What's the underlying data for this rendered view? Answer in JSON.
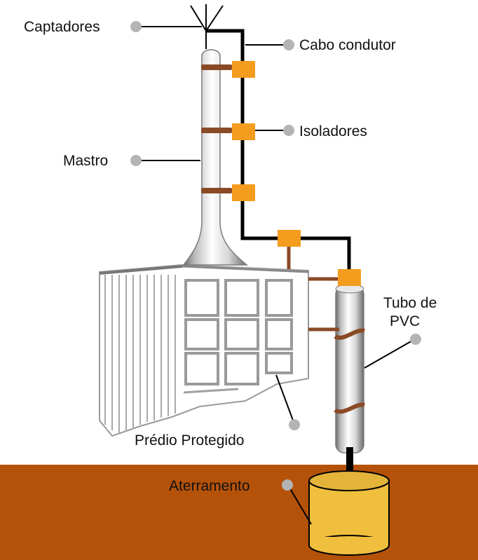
{
  "labels": {
    "captadores": "Captadores",
    "cabo_condutor": "Cabo condutor",
    "isoladores": "Isoladores",
    "mastro": "Mastro",
    "tubo_de_pvc_line1": "Tubo de",
    "tubo_de_pvc_line2": "PVC",
    "predio_protegido": "Prédio Protegido",
    "aterramento": "Aterramento"
  },
  "colors": {
    "ground": "#b5520a",
    "insulator": "#f39c1e",
    "band": "#8a4a26",
    "cable": "#000000",
    "tank": "#f0bf3e",
    "tank_top": "#e3b33a",
    "dot": "#b4b4b4"
  }
}
